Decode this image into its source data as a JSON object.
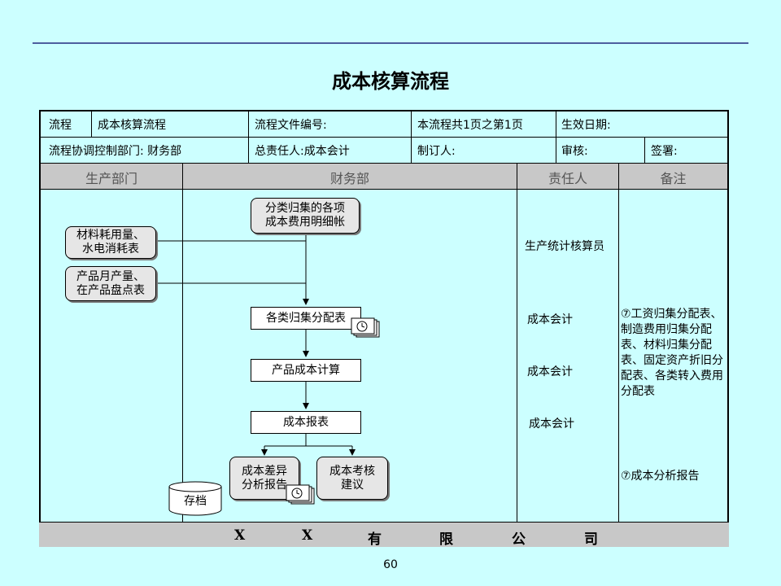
{
  "title": "成本核算流程",
  "info": {
    "r1": [
      "流程",
      "成本核算流程",
      "流程文件编号:",
      "本流程共1页之第1页",
      "生效日期:"
    ],
    "r2": [
      "流程协调控制部门: 财务部",
      "总责任人:成本会计",
      "制订人:",
      "审核:",
      "签署:"
    ]
  },
  "columns": [
    "生产部门",
    "财务部",
    "责任人",
    "备注"
  ],
  "nodes": {
    "detail": "分类归集的各项\n成本费用明细帐",
    "material": "材料耗用量、\n水电消耗表",
    "product": "产品月产量、\n在产品盘点表",
    "allocation": "各类归集分配表",
    "costcalc": "产品成本计算",
    "report": "成本报表",
    "variance": "成本差异\n分析报告",
    "assess": "成本考核\n建议",
    "archive": "存档"
  },
  "roles": [
    "生产统计核算员",
    "成本会计",
    "成本会计",
    "成本会计"
  ],
  "notes": {
    "n1": "⑦工资归集分配表、制造费用归集分配表、材料归集分配表、固定资产折旧分配表、各类转入费用分配表",
    "n2": "⑦成本分析报告"
  },
  "footer": [
    "X",
    "X",
    "有",
    "限",
    "公",
    "司"
  ],
  "page_number": "60",
  "icons": [
    "document-stack-icon",
    "archive-cylinder-icon"
  ]
}
